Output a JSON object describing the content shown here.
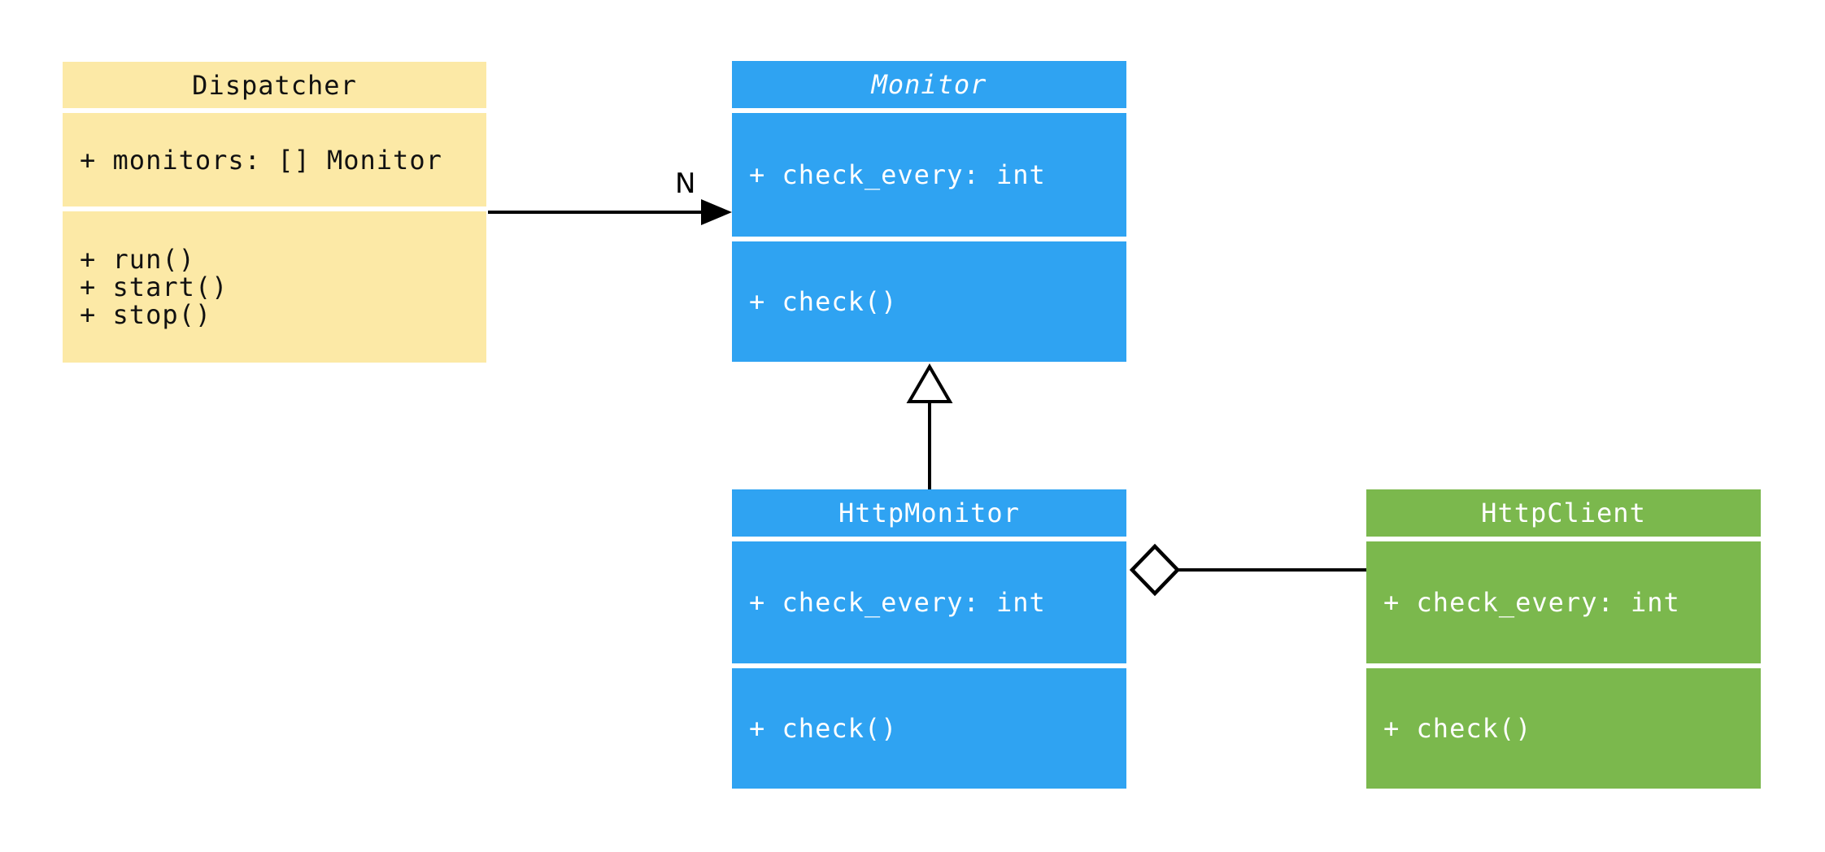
{
  "diagram_type": "uml-class-diagram",
  "canvas": {
    "background": "#ffffff",
    "line_color": "#000000"
  },
  "classes": [
    {
      "name": "Dispatcher",
      "abstract": false,
      "fill": "#FCE9A6",
      "text_color": "#111111",
      "attributes": [
        "+ monitors: [] Monitor"
      ],
      "methods": [
        "+ run()",
        "+ start()",
        "+ stop()"
      ]
    },
    {
      "name": "Monitor",
      "abstract": true,
      "fill": "#2FA3F2",
      "text_color": "#FFFFFF",
      "attributes": [
        "+ check_every: int"
      ],
      "methods": [
        "+ check()"
      ]
    },
    {
      "name": "HttpMonitor",
      "abstract": false,
      "fill": "#2FA3F2",
      "text_color": "#FFFFFF",
      "attributes": [
        "+ check_every: int"
      ],
      "methods": [
        "+ check()"
      ]
    },
    {
      "name": "HttpClient",
      "abstract": false,
      "fill": "#7BB84D",
      "text_color": "#FFFFFF",
      "attributes": [
        "+ check_every: int"
      ],
      "methods": [
        "+ check()"
      ]
    }
  ],
  "relationships": [
    {
      "type": "association",
      "from": "Dispatcher",
      "to": "Monitor",
      "label": "N",
      "arrowhead": "filled-arrow"
    },
    {
      "type": "inheritance",
      "from": "HttpMonitor",
      "to": "Monitor",
      "label": "",
      "arrowhead": "hollow-triangle"
    },
    {
      "type": "aggregation",
      "from": "HttpMonitor",
      "to": "HttpClient",
      "label": "",
      "arrowhead": "hollow-diamond"
    }
  ]
}
